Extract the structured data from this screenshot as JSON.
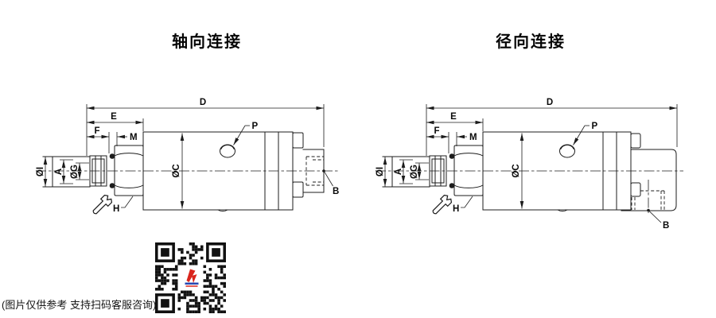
{
  "titles": {
    "axial": "轴向连接",
    "radial": "径向连接"
  },
  "dims": {
    "D": "D",
    "E": "E",
    "F": "F",
    "M": "M",
    "P": "P",
    "C": "ØC",
    "I": "ØI",
    "A": "A",
    "G": "ØG",
    "H": "H",
    "B": "B"
  },
  "caption": "(图片仅供参考 支持扫码客服咨询)",
  "colors": {
    "line": "#1c1c1c",
    "qr_dark": "#111111",
    "logo_red": "#d9251c",
    "logo_blue": "#1f3fae"
  }
}
